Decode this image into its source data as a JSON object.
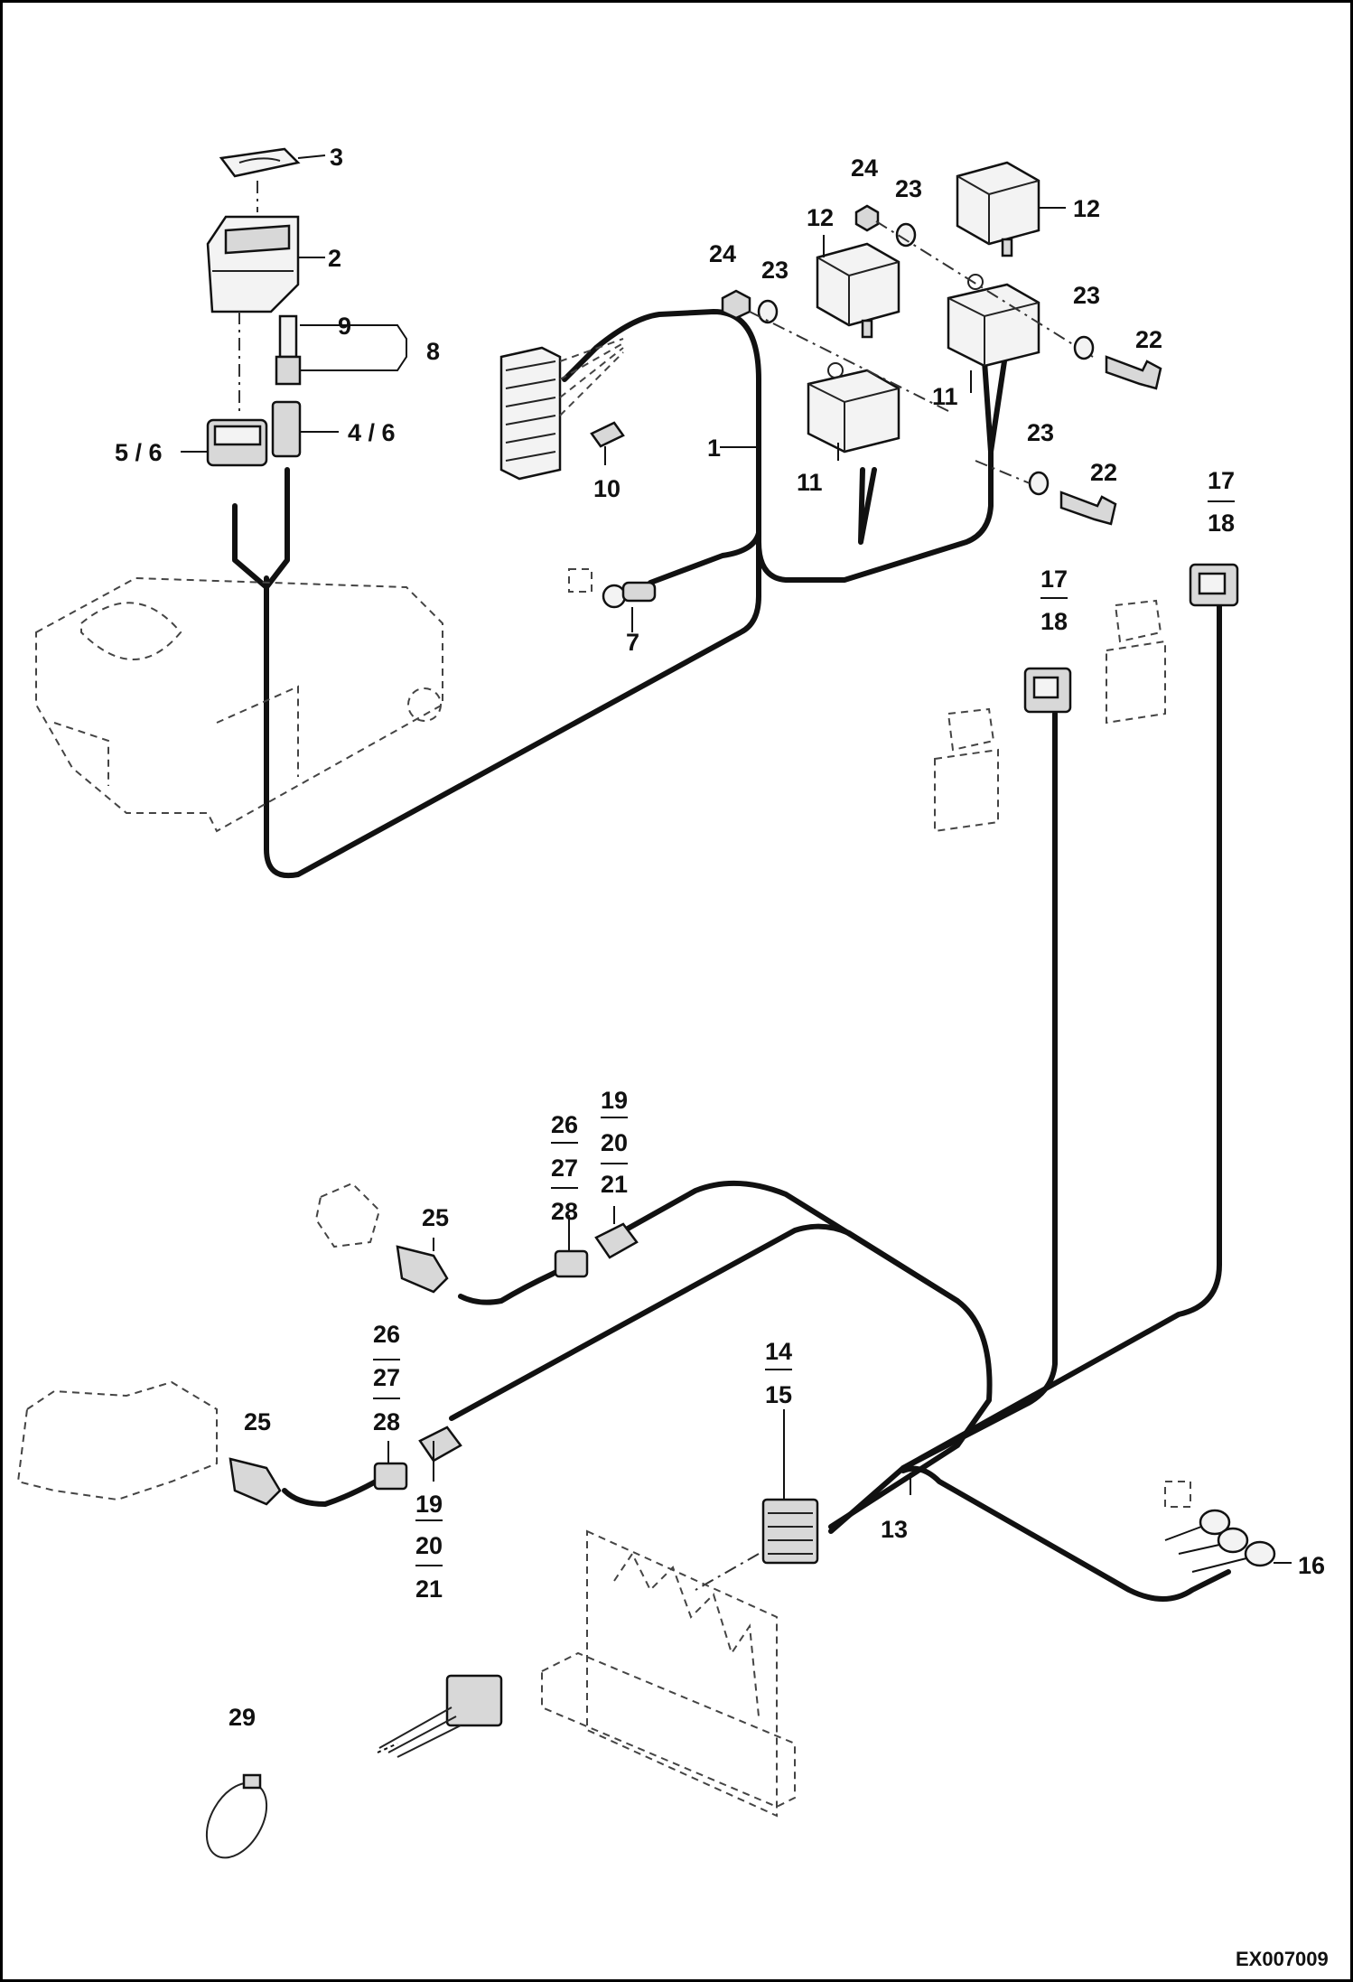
{
  "drawing_code": "EX007009",
  "labels": {
    "l1": "1",
    "l2": "2",
    "l3": "3",
    "l4_6": "4 / 6",
    "l5_6": "5 / 6",
    "l7": "7",
    "l8": "8",
    "l9": "9",
    "l10": "10",
    "l11a": "11",
    "l11b": "11",
    "l12a": "12",
    "l12b": "12",
    "l13": "13",
    "l14": "14",
    "l15": "15",
    "l16": "16",
    "l17a": "17",
    "l18a": "18",
    "l17b": "17",
    "l18b": "18",
    "l19a": "19",
    "l20a": "20",
    "l21a": "21",
    "l19b": "19",
    "l20b": "20",
    "l21b": "21",
    "l22a": "22",
    "l22b": "22",
    "l23a": "23",
    "l23b": "23",
    "l23c": "23",
    "l23d": "23",
    "l24a": "24",
    "l24b": "24",
    "l25a": "25",
    "l25b": "25",
    "l26a": "26",
    "l27a": "27",
    "l28a": "28",
    "l26b": "26",
    "l27b": "27",
    "l28b": "28",
    "l29": "29"
  }
}
